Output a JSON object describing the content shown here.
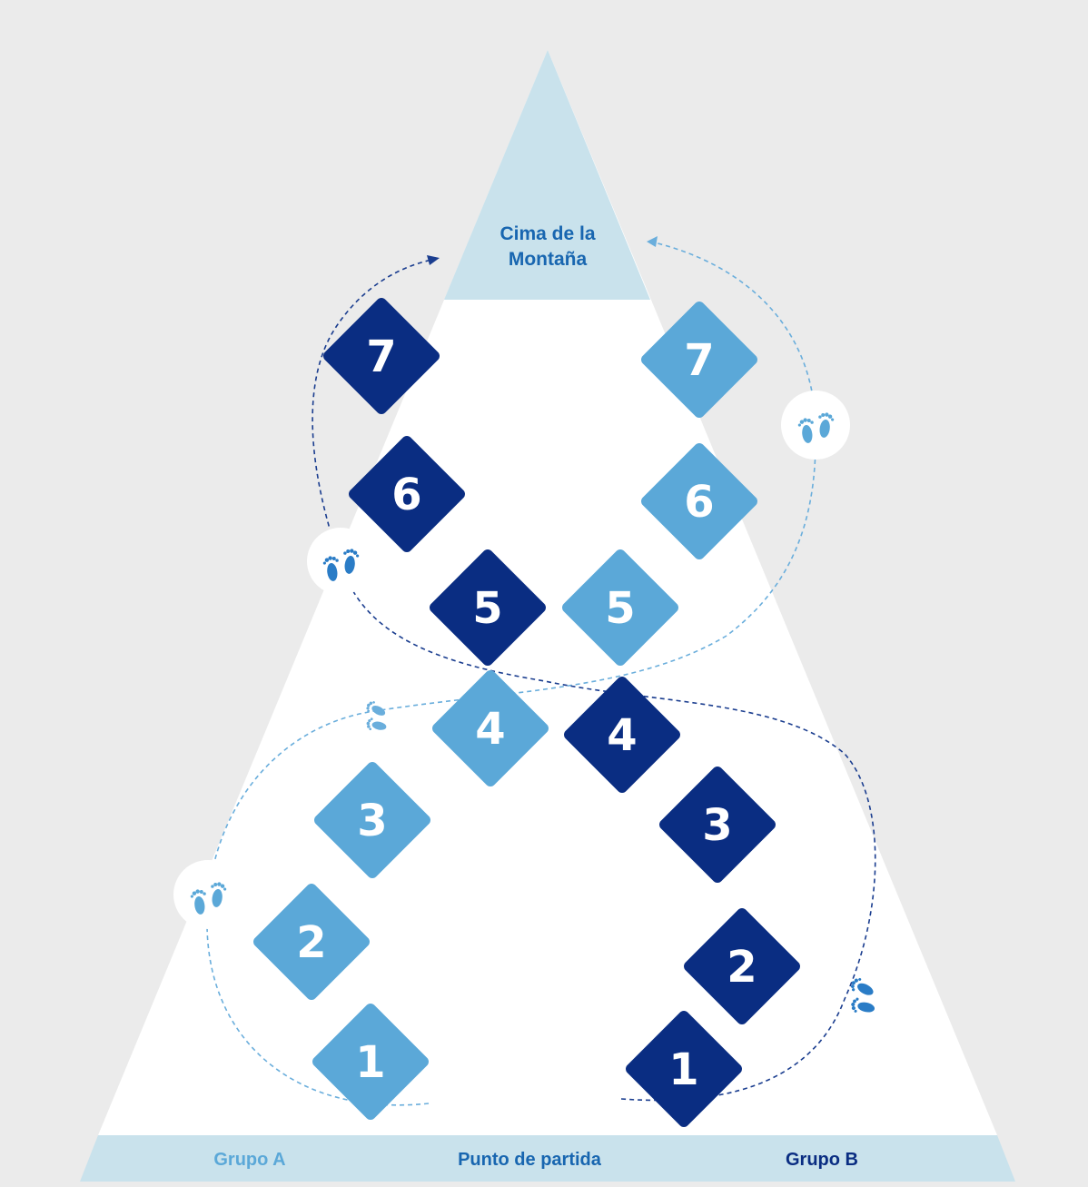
{
  "summit": {
    "line1": "Cima de la",
    "line2": "Montaña"
  },
  "base": {
    "group_a": "Grupo A",
    "start": "Punto de partida",
    "group_b": "Grupo B"
  },
  "group_a": {
    "steps": [
      "1",
      "2",
      "3",
      "4",
      "5",
      "6",
      "7"
    ]
  },
  "group_b": {
    "steps": [
      "1",
      "2",
      "3",
      "4",
      "5",
      "6",
      "7"
    ]
  },
  "colors": {
    "background": "#ebebeb",
    "mountain": "#ffffff",
    "summit": "#c9e2ec",
    "group_a": "#5ba8d8",
    "group_b": "#0a2d82",
    "summit_text": "#1866b0",
    "path_a": "#6aaedc",
    "path_b": "#1a3d8f",
    "footprint": "#2a7cc6"
  },
  "icons": {
    "footprint": "footprints-icon",
    "arrow": "arrow-head-icon"
  }
}
